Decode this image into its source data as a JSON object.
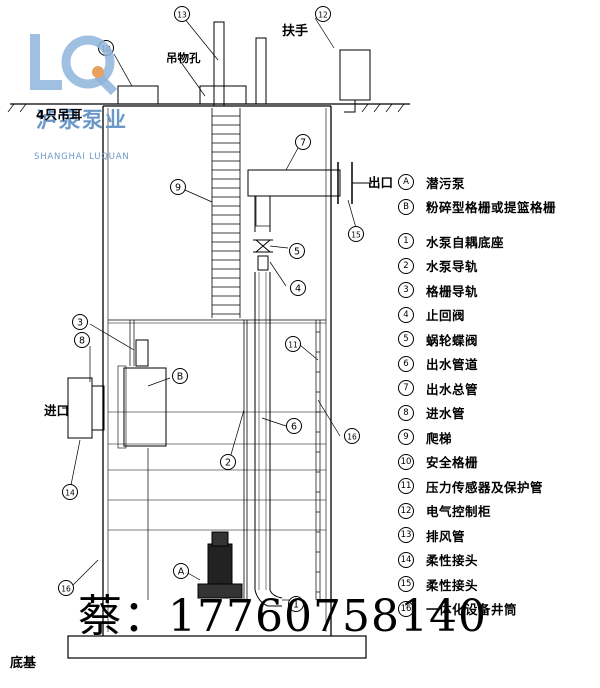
{
  "labels": {
    "hook": "吊物孔",
    "handrail": "扶手",
    "lifting_ear": "4只吊耳",
    "outlet": "出口",
    "inlet": "进口",
    "base": "底基",
    "pump_marker": "A"
  },
  "legend_top": [
    {
      "num": "A",
      "label": "潜污泵"
    },
    {
      "num": "B",
      "label": "粉碎型格栅或提篮格栅"
    }
  ],
  "legend": [
    {
      "num": "1",
      "label": "水泵自耦底座"
    },
    {
      "num": "2",
      "label": "水泵导轨"
    },
    {
      "num": "3",
      "label": "格栅导轨"
    },
    {
      "num": "4",
      "label": "止回阀"
    },
    {
      "num": "5",
      "label": "蜗轮蝶阀"
    },
    {
      "num": "6",
      "label": "出水管道"
    },
    {
      "num": "7",
      "label": "出水总管"
    },
    {
      "num": "8",
      "label": "进水管"
    },
    {
      "num": "9",
      "label": "爬梯"
    },
    {
      "num": "10",
      "label": "安全格栅"
    },
    {
      "num": "11",
      "label": "压力传感器及保护管"
    },
    {
      "num": "12",
      "label": "电气控制柜"
    },
    {
      "num": "13",
      "label": "排风管"
    },
    {
      "num": "14",
      "label": "柔性接头"
    },
    {
      "num": "15",
      "label": "柔性接头"
    },
    {
      "num": "16",
      "label": "一体化设备井筒"
    }
  ],
  "logo": {
    "brand": "泸泉泵业",
    "brand_en": "SHANGHAI LUQUAN"
  },
  "watermark": "蔡：17760758140",
  "colors": {
    "line": "#000000",
    "logo": "#6c98c8"
  }
}
